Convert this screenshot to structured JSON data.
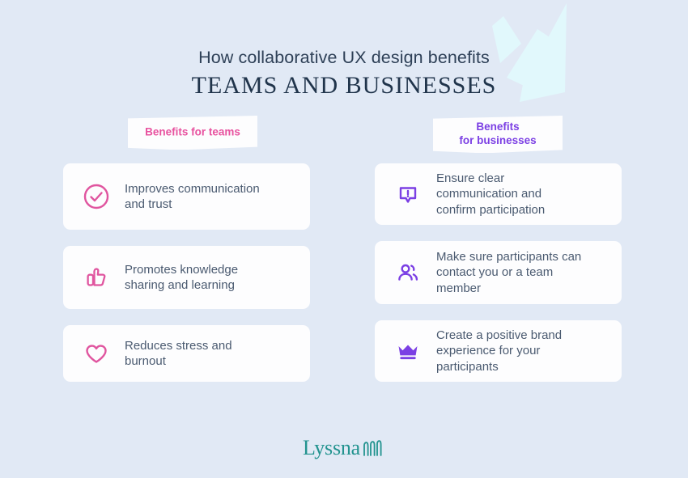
{
  "header": {
    "line1": "How collaborative UX design benefits",
    "line2": "TEAMS AND BUSINESSES"
  },
  "colors": {
    "background": "#e1e9f5",
    "card": "#fdfdfe",
    "title_dark": "#20344b",
    "pink": "#e8529f",
    "pink_icon": "#e0559f",
    "purple": "#7b3fe4",
    "body_text": "#4a5a70",
    "decor_ray": "#e0f7fb",
    "logo_teal": "#22938f"
  },
  "columns": [
    {
      "id": "teams",
      "banner_label": "Benefits for teams",
      "banner_color": "#e8529f",
      "cards": [
        {
          "icon": "check-circle-icon",
          "text": "Improves communication\nand trust"
        },
        {
          "icon": "thumbs-up-icon",
          "text": "Promotes knowledge\nsharing and learning"
        },
        {
          "icon": "heart-icon",
          "text": "Reduces stress and\nburnout"
        }
      ]
    },
    {
      "id": "businesses",
      "banner_label": "Benefits\nfor businesses",
      "banner_color": "#7b3fe4",
      "cards": [
        {
          "icon": "alert-speech-bubble-icon",
          "text": "Ensure clear\ncommunication and\nconfirm participation"
        },
        {
          "icon": "people-icon",
          "text": "Make sure participants can\ncontact you or a team\nmember"
        },
        {
          "icon": "crown-icon",
          "text": "Create a positive brand\nexperience for your\nparticipants"
        }
      ]
    }
  ],
  "footer": {
    "logo_word": "Lyssna",
    "logo_mark": "sound-wave-mark"
  }
}
